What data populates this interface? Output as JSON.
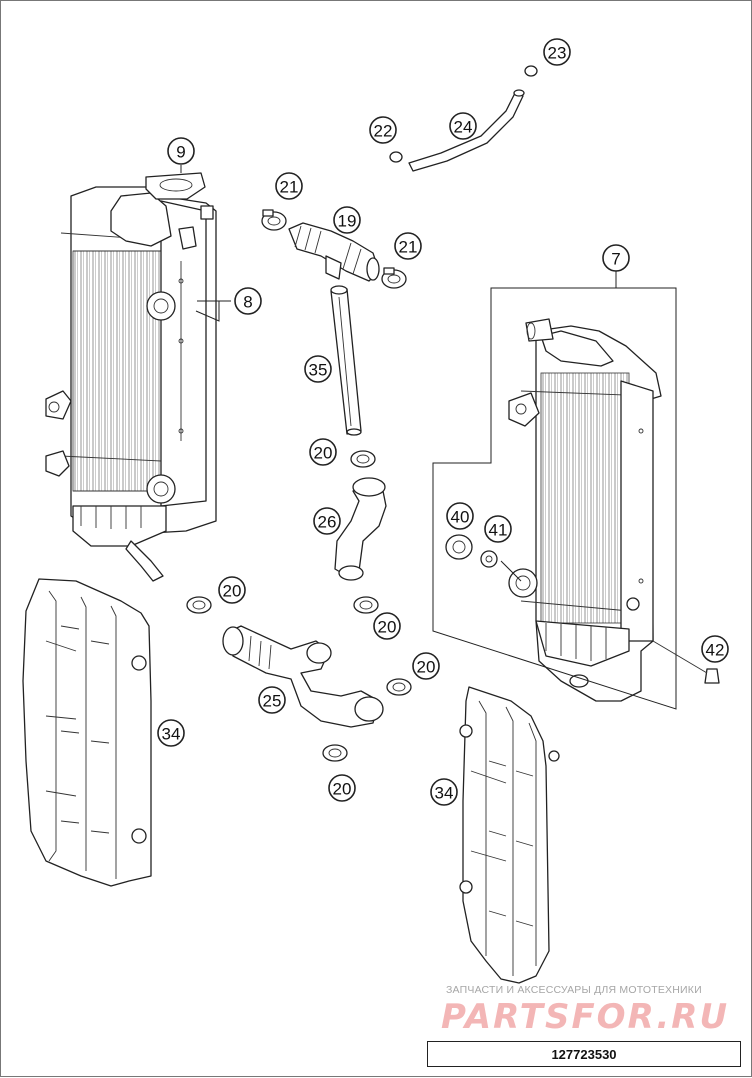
{
  "diagram": {
    "callouts": [
      "9",
      "8",
      "21",
      "19",
      "21",
      "35",
      "20",
      "26",
      "20",
      "20",
      "25",
      "20",
      "20",
      "34",
      "34",
      "22",
      "24",
      "23",
      "7",
      "40",
      "41",
      "42"
    ],
    "watermark": {
      "caption": "ЗАПЧАСТИ И АКСЕССУАРЫ ДЛЯ МОТОТЕХНИКИ",
      "logo": "PARTSFOR.RU"
    },
    "reference_number": "127723530"
  }
}
